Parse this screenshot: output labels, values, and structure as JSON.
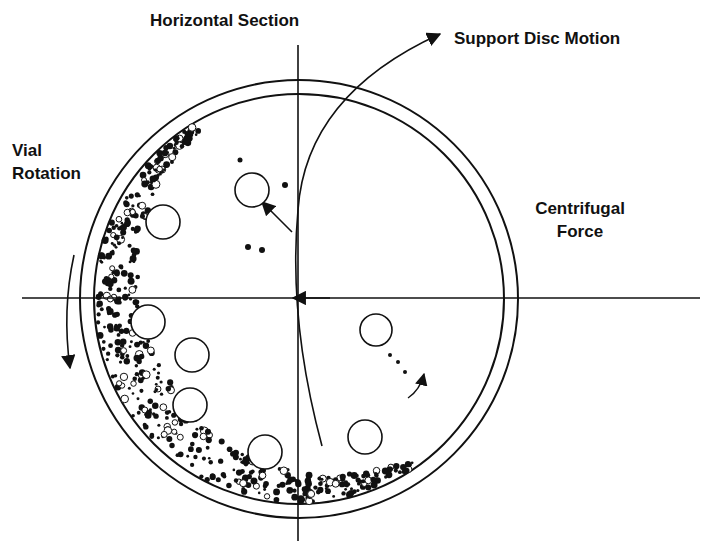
{
  "diagram": {
    "labels": [
      "Horizontal Section",
      "Support Disc Motion",
      "Vial Rotation",
      "Centrifugal Force"
    ]
  }
}
